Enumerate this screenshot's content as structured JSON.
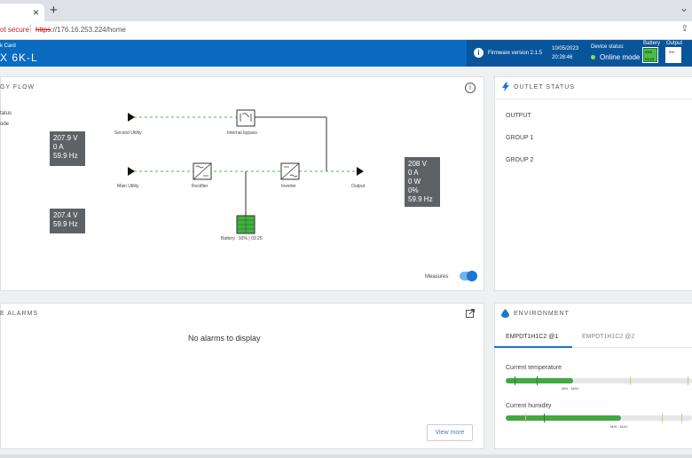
{
  "browser": {
    "tab_close": "×",
    "new_tab": "+",
    "security_warning": "ot secure",
    "url_scheme": "https",
    "url_rest": "://176.16.253.224/home"
  },
  "header": {
    "card_name": "k Card",
    "model": "X 6K-L",
    "firmware": "Firmware version  2.1.5",
    "date": "10/05/2023",
    "time": "20:28:46",
    "device_status_label": "Device status:",
    "device_status": "Online mode",
    "battery_label": "Battery",
    "battery_pct": "93%",
    "battery_time": "03:25",
    "output_label": "Output",
    "output_pct": "0%"
  },
  "energy_flow": {
    "title": "GY FLOW",
    "status_label": "tatus",
    "mode_label": "ode",
    "labels": {
      "second_utility": "Second Utility",
      "internal_bypass": "Internal bypass",
      "main_utility": "Main Utility",
      "rectifier": "Rectifier",
      "inverter": "Inverter",
      "output": "Output",
      "battery": "Battery : 93% | 03:25"
    },
    "second_utility_meas": {
      "voltage": "207.9 V",
      "current": "0 A",
      "freq": "59.9 Hz"
    },
    "main_utility_meas": {
      "voltage": "207.4 V",
      "freq": "59.9 Hz"
    },
    "output_meas": {
      "voltage": "208 V",
      "current": "0 A",
      "power": "0 W",
      "load": "0%",
      "freq": "59.9 Hz"
    },
    "measures_label": "Measures"
  },
  "outlet_status": {
    "title": "OUTLET STATUS",
    "items": [
      "OUTPUT",
      "GROUP 1",
      "GROUP 2"
    ]
  },
  "alarms": {
    "title": "E ALARMS",
    "empty_text": "No alarms to display",
    "view_more": "View more"
  },
  "environment": {
    "title": "ENVIRONMENT",
    "tabs": [
      "EMPDT1H1C2 @1",
      "EMPDT1H1C2 @2"
    ],
    "temperature_label": "Current temperature",
    "humidity_label": "Current humidity",
    "temperature_level": 0.36,
    "humidity_level": 0.62,
    "minmax_label": "MIN - MAX"
  },
  "colors": {
    "header_blue": "#0a6bc0",
    "header_dark": "#08559c",
    "green": "#43a843",
    "dashed_flow": "#4cb84c",
    "meas_box": "#5e6266"
  }
}
